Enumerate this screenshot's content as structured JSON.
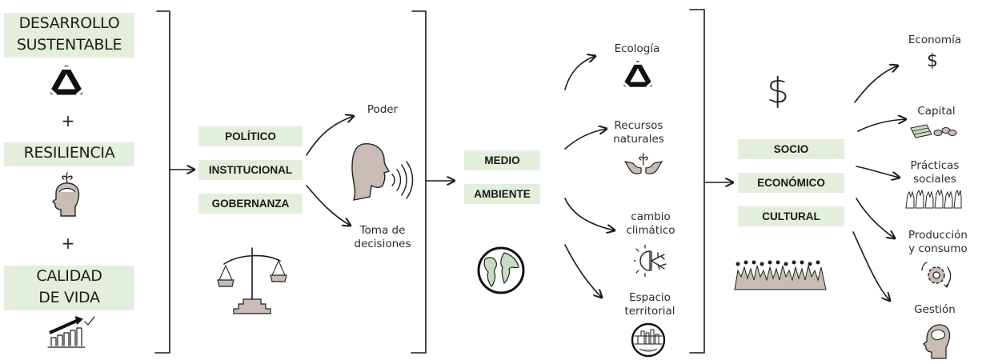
{
  "col1": {
    "box1": [
      "DESARROLLO",
      "SUSTENTABLE"
    ],
    "plus1": "+",
    "box2": "RESILIENCIA",
    "plus2": "+",
    "box3": [
      "CALIDAD",
      "DE VIDA"
    ]
  },
  "col2": {
    "boxes": [
      "POLÍTICO",
      "INSTITUCIONAL",
      "GOBERNANZA"
    ],
    "outputs": [
      "Poder",
      "Toma de\ndecisiones"
    ]
  },
  "col3": {
    "boxes": [
      "MEDIO",
      "AMBIENTE"
    ],
    "outputs": [
      "Ecología",
      "Recursos\nnaturales",
      "cambio\nclimático",
      "Espacio\nterritorial"
    ]
  },
  "col4": {
    "dollar": "$",
    "boxes": [
      "SOCIO",
      "ECONÓMICO",
      "CULTURAL"
    ],
    "outputs": [
      "Economía",
      "Capital",
      "Prácticas\nsociales",
      "Producción\ny consumo",
      "Gestión"
    ],
    "economia_symbol": "$"
  },
  "colors": {
    "box_fill": "#e4eedd",
    "ink": "#1a1a1a",
    "skin": "#c9bcb6"
  }
}
